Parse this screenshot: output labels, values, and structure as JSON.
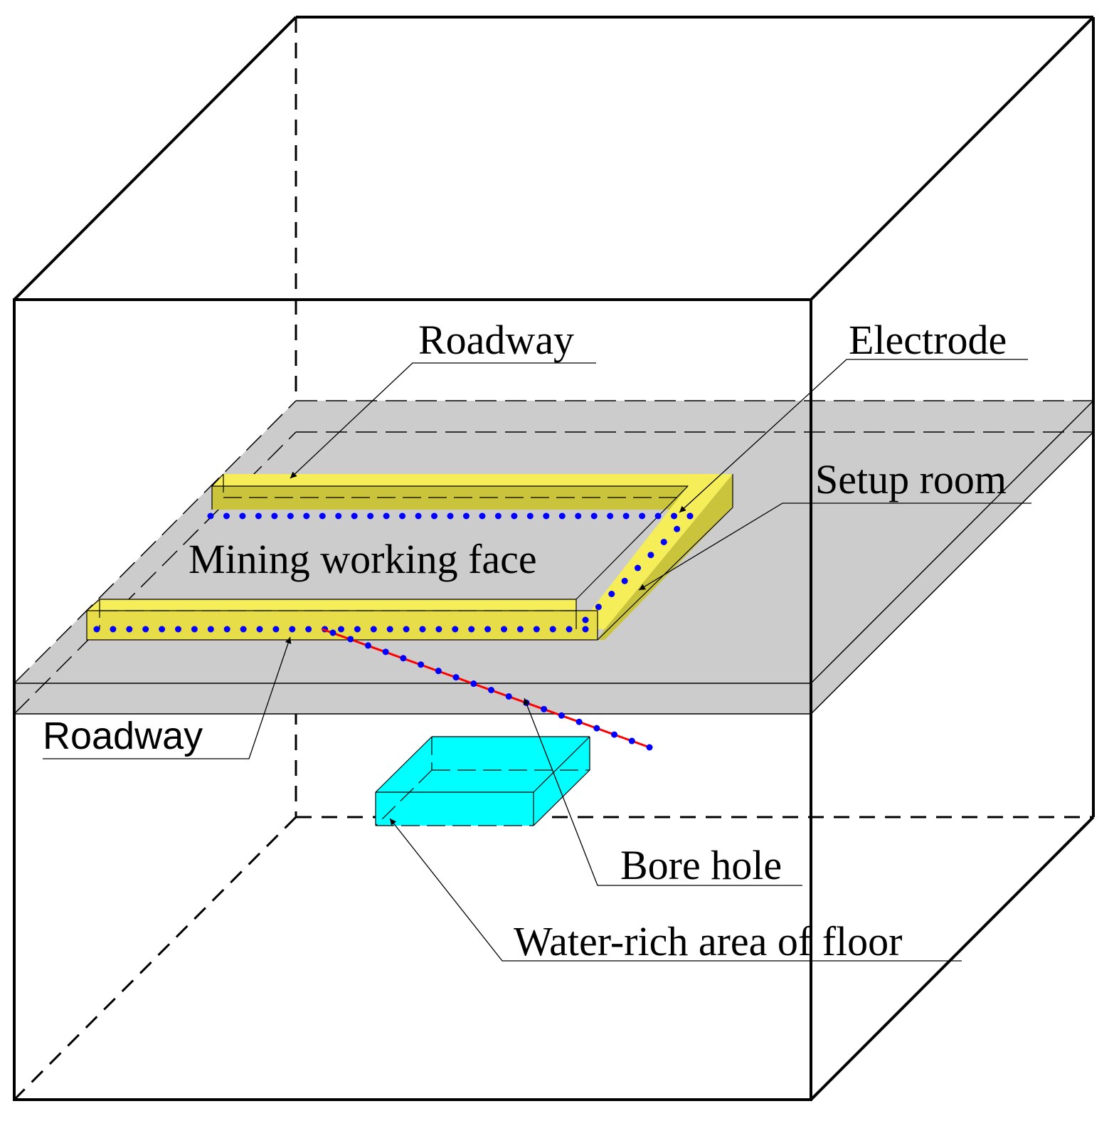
{
  "labels": {
    "roadway_top": "Roadway",
    "electrode": "Electrode",
    "setup_room": "Setup room",
    "mining_working_face": "Mining working face",
    "roadway_bottom": "Roadway",
    "bore_hole": "Bore hole",
    "water_rich_area": "Water-rich area of floor"
  },
  "colors": {
    "seam": "#cccccc",
    "roadway": "#f5ee58",
    "roadway_side": "#c9c43c",
    "water": "#00ffff",
    "electrode": "#0000ff",
    "borehole": "#ff0000",
    "outline": "#000000"
  }
}
